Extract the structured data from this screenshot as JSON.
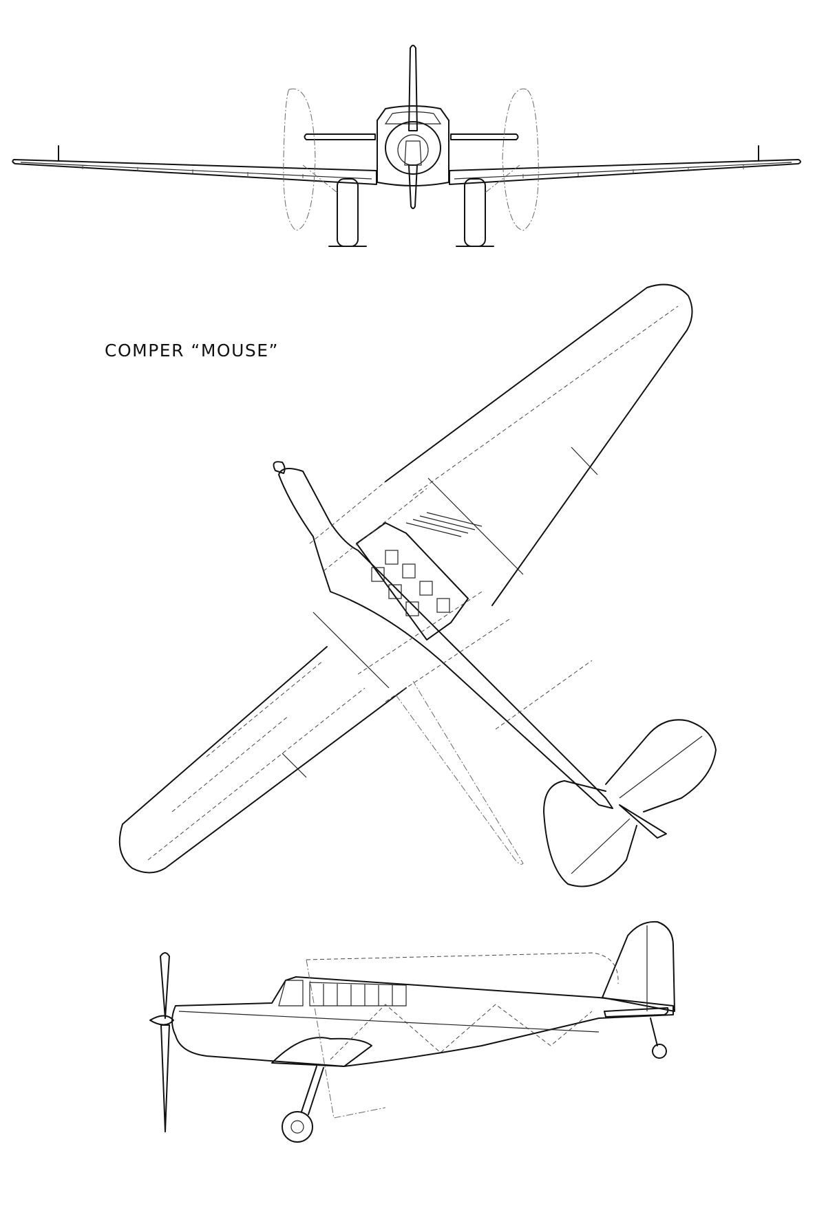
{
  "drawing": {
    "title": "COMPER “MOUSE”",
    "views": [
      "front-view",
      "plan-view",
      "side-view"
    ]
  }
}
